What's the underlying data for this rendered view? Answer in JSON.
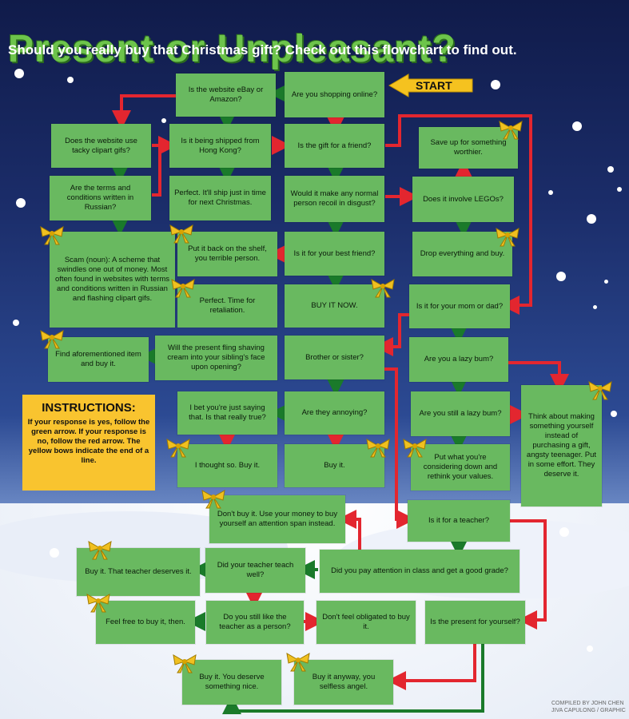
{
  "header": {
    "title": "Present or Unpleasant?",
    "subtitle": "Should you really buy that Christmas gift? Check out this flowchart to find out."
  },
  "start_label": "START",
  "colors": {
    "box": "#69b960",
    "yes_arrow": "#1a7a2a",
    "no_arrow": "#e3262f",
    "bow": "#f0c020",
    "instructions_bg": "#f9c42f",
    "title": "#6dc44b"
  },
  "nodes": {
    "website": "Is the website eBay or Amazon?",
    "shopping": "Are you shopping online?",
    "clipart": "Does the website use tacky clipart gifs?",
    "hongkong": "Is it being shipped from Hong Kong?",
    "friend": "Is the gift for a friend?",
    "save_up": "Save up for something worthier.",
    "russian": "Are the terms and conditions written in Russian?",
    "perfect_ship": "Perfect. It'll ship just in time for next Christmas.",
    "recoil": "Would it make any normal person recoil in disgust?",
    "legos": "Does it involve LEGOs?",
    "scam": "Scam (noun): A scheme that swindles one out of money. Most often found in websites with terms and conditions written in Russian and flashing clipart gifs.",
    "put_back": "Put it back on the shelf, you terrible person.",
    "best_friend": "Is it for your best friend?",
    "drop": "Drop everything and buy.",
    "retaliation": "Perfect. Time for retaliation.",
    "buy_now": "BUY IT NOW.",
    "mom_dad": "Is it for your mom or dad?",
    "find_buy": "Find aforementioned item and buy it.",
    "fling": "Will the present fling shaving cream into your sibling's face upon opening?",
    "brother_sister": "Brother or sister?",
    "lazy1": "Are you a lazy bum?",
    "saying": "I bet you're just saying that. Is that really true?",
    "annoying": "Are they annoying?",
    "lazy2": "Are you still a lazy bum?",
    "think": "Think about making something yourself instead of purchasing a gift, angsty teenager. Put in some effort. They deserve it.",
    "thought_so": "I thought so. Buy it.",
    "buy_it": "Buy it.",
    "reconsider": "Put what you're considering down and rethink your values.",
    "dont_buy": "Don't buy it. Use your money to buy yourself an attention span instead.",
    "teacher": "Is it for a teacher?",
    "buy_teacher": "Buy it. That teacher deserves it.",
    "teach_well": "Did your teacher teach well?",
    "attention": "Did you pay attention in class and get a good grade?",
    "feel_free": "Feel free to buy it, then.",
    "still_like": "Do you still like the teacher as a person?",
    "dont_feel": "Don't feel obligated to buy it.",
    "yourself": "Is the present for yourself?",
    "deserve": "Buy it. You deserve something nice.",
    "anyway": "Buy it anyway, you selfless angel."
  },
  "instructions": {
    "heading": "INSTRUCTIONS:",
    "body": "If your response is yes, follow the green arrow. If your response is no, follow the red arrow. The yellow bows indicate the end of a line."
  },
  "credit": {
    "line1": "COMPILED BY JOHN CHEN",
    "line2": "JIVA CAPULONG / GRAPHIC"
  }
}
